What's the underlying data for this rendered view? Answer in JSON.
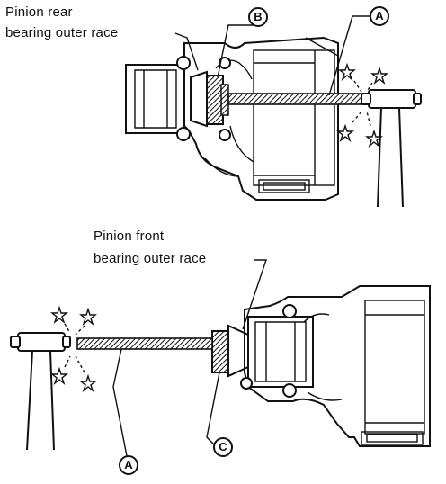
{
  "labels": {
    "top_line1": "Pinion rear",
    "top_line2": "bearing outer race",
    "bottom_line1": "Pinion front",
    "bottom_line2": "bearing outer race"
  },
  "callouts": {
    "top_b": "B",
    "top_a": "A",
    "bottom_a": "A",
    "bottom_c": "C"
  }
}
